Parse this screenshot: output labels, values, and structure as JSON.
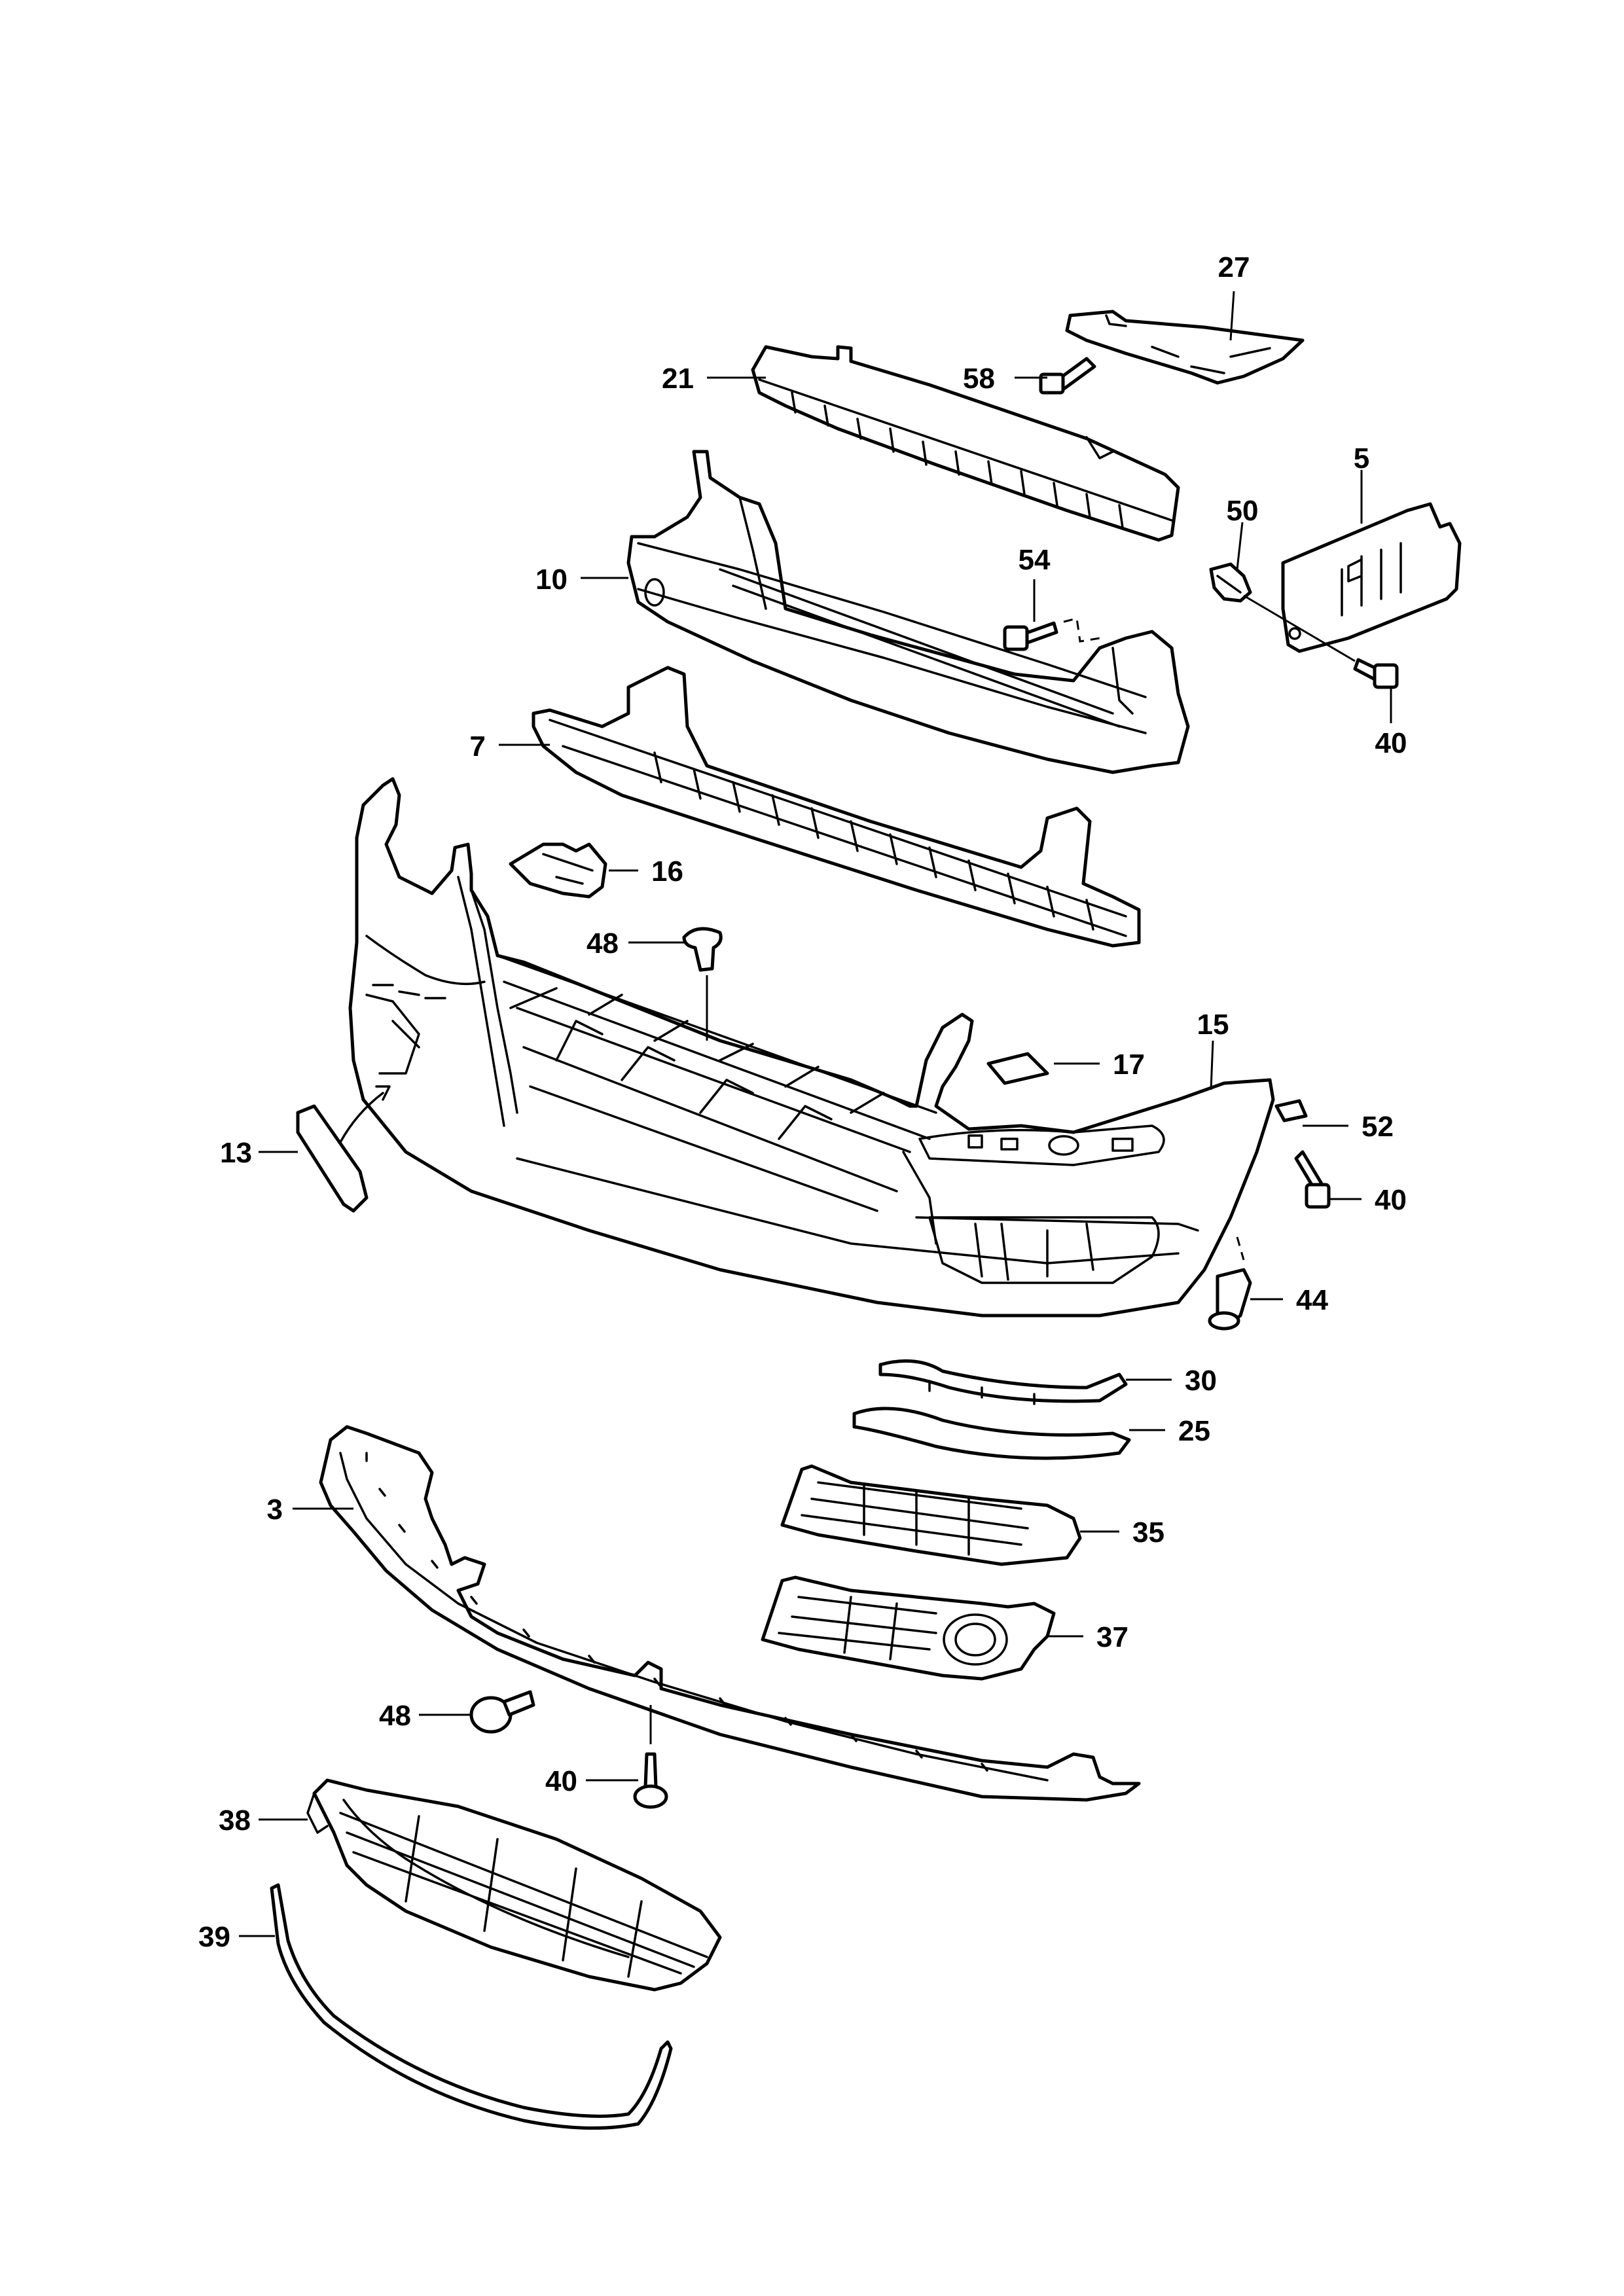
{
  "diagram": {
    "type": "exploded-parts-view",
    "callouts": [
      "27",
      "21",
      "58",
      "5",
      "50",
      "10",
      "54",
      "40",
      "7",
      "16",
      "48",
      "15",
      "17",
      "52",
      "40",
      "13",
      "44",
      "30",
      "25",
      "3",
      "35",
      "37",
      "48",
      "40",
      "38",
      "39"
    ]
  }
}
